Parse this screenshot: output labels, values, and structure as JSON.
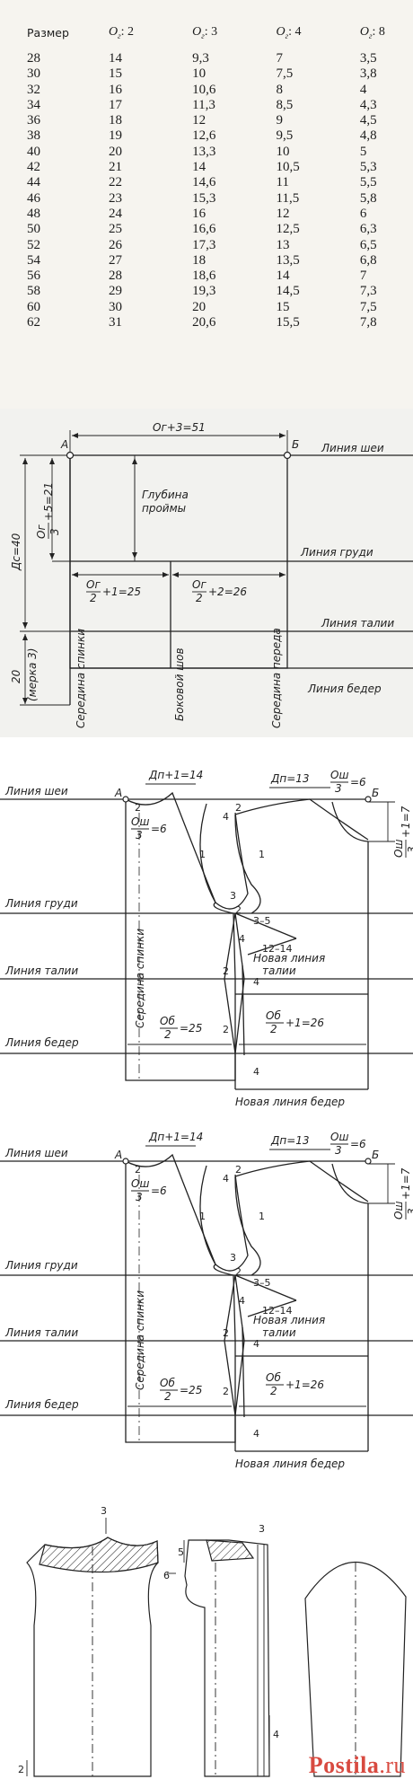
{
  "table": {
    "headers": [
      "Размер",
      "О",
      "О",
      "О",
      "О"
    ],
    "header_sub": [
      "",
      "г",
      "г",
      "г",
      "г"
    ],
    "header_div": [
      "",
      ": 2",
      ": 3",
      ": 4",
      ": 8"
    ],
    "rows": [
      [
        "28",
        "14",
        "9,3",
        "7",
        "3,5"
      ],
      [
        "30",
        "15",
        "10",
        "7,5",
        "3,8"
      ],
      [
        "32",
        "16",
        "10,6",
        "8",
        "4"
      ],
      [
        "34",
        "17",
        "11,3",
        "8,5",
        "4,3"
      ],
      [
        "36",
        "18",
        "12",
        "9",
        "4,5"
      ],
      [
        "38",
        "19",
        "12,6",
        "9,5",
        "4,8"
      ],
      [
        "40",
        "20",
        "13,3",
        "10",
        "5"
      ],
      [
        "42",
        "21",
        "14",
        "10,5",
        "5,3"
      ],
      [
        "44",
        "22",
        "14,6",
        "11",
        "5,5"
      ],
      [
        "46",
        "23",
        "15,3",
        "11,5",
        "5,8"
      ],
      [
        "48",
        "24",
        "16",
        "12",
        "6"
      ],
      [
        "50",
        "25",
        "16,6",
        "12,5",
        "6,3"
      ],
      [
        "52",
        "26",
        "17,3",
        "13",
        "6,5"
      ],
      [
        "54",
        "27",
        "18",
        "13,5",
        "6,8"
      ],
      [
        "56",
        "28",
        "18,6",
        "14",
        "7"
      ],
      [
        "58",
        "29",
        "19,3",
        "14,5",
        "7,3"
      ],
      [
        "60",
        "30",
        "20",
        "15",
        "7,5"
      ],
      [
        "62",
        "31",
        "20,6",
        "15,5",
        "7,8"
      ]
    ]
  },
  "blocks": {
    "point_a": "А",
    "point_b": "Б",
    "width_formula": "Ог+3=51",
    "line_neck": "Линия шеи",
    "line_chest": "Линия груди",
    "line_waist": "Линия талии",
    "line_hips": "Линия бедер",
    "armhole_depth": "Глубина\nпроймы",
    "dc": "Дс=40",
    "og_frac_num": "Ог",
    "og_frac_den": "3",
    "og_third_suffix": "+5=21",
    "back_width_suffix": "+1=25",
    "front_width_suffix": "+2=26",
    "og_half_den": "2",
    "back_center": "Середина спинки",
    "side_seam": "Боковой шов",
    "front_center": "Середина переда",
    "hip_measure": "20",
    "hip_measure_note": "(мерка 3)"
  },
  "base": {
    "line_neck": "Линия шеи",
    "line_chest": "Линия груди",
    "line_waist": "Линия талии",
    "line_hips": "Линия бедер",
    "point_a": "А",
    "point_b": "Б",
    "dp_back": "Дп+1=14",
    "dp_front": "Дп=13",
    "osh_num": "Ош",
    "osh_den": "3",
    "osh_eq": "=6",
    "osh_right_suffix": "+1=7",
    "back_center": "Середина спинки",
    "ob_num": "Об",
    "ob_den": "2",
    "ob_back_suffix": "=25",
    "ob_front_suffix": "+1=26",
    "new_waist": "Новая линия\nталии",
    "new_hips": "Новая линия бедер",
    "m_2": "2",
    "m_4": "4",
    "m_1": "1",
    "m_3": "3",
    "m_35": "3–5",
    "m_1214": "12–14"
  },
  "detail": {
    "m_3": "3",
    "m_6": "6",
    "m_5": "5",
    "m_4": "4",
    "m_2": "2"
  },
  "watermark": {
    "brand": "Postila",
    "domain": ".ru"
  }
}
